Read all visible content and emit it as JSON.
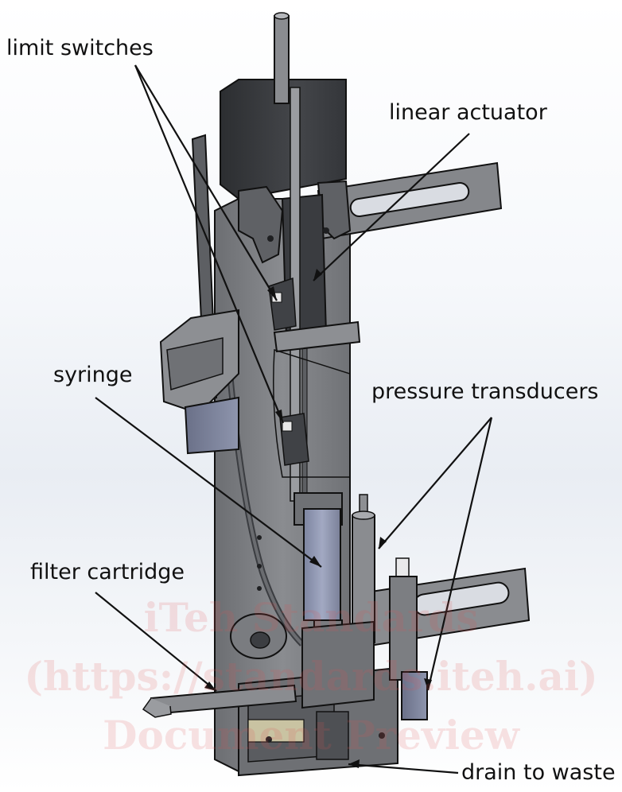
{
  "labels": {
    "limit_switches": "limit switches",
    "linear_actuator": "linear actuator",
    "syringe": "syringe",
    "pressure_transducers": "pressure transducers",
    "filter_cartridge": "filter cartridge",
    "drain_to_waste": "drain to waste"
  },
  "watermark": {
    "line1": "iTeh Standards",
    "line2": "(https://standards.iteh.ai)",
    "line3": "Document Preview"
  },
  "colors": {
    "frame": "#7d7f83",
    "frame_dark": "#56585c",
    "actuator_body": "#3a3c40",
    "syringe": "#8b93ac",
    "watermark": "#e15050"
  }
}
